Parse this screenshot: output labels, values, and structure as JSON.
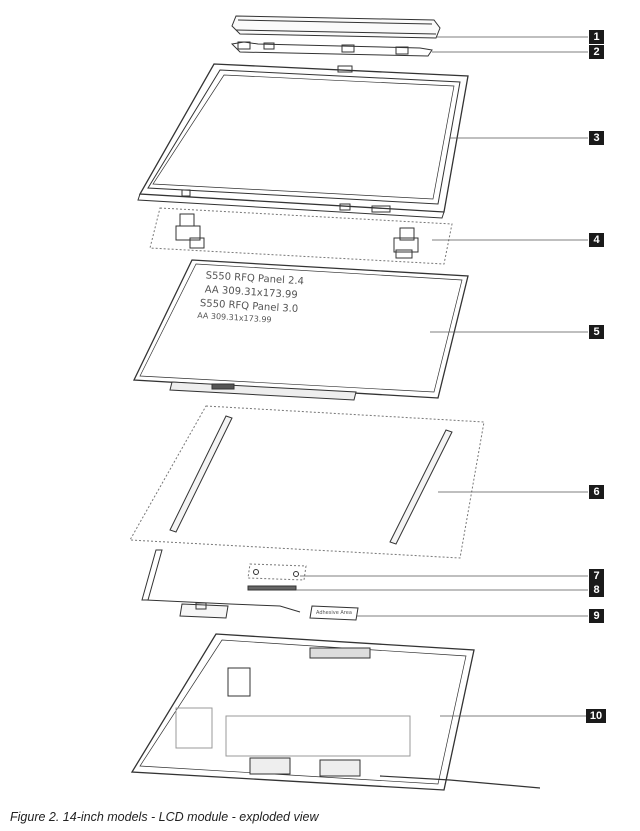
{
  "callouts": [
    "1",
    "2",
    "3",
    "4",
    "5",
    "6",
    "7",
    "8",
    "9",
    "10"
  ],
  "panel_label": {
    "line1": "S550 RFQ Panel 2.4",
    "line2": "AA 309.31x173.99",
    "line3": "S550 RFQ Panel 3.0",
    "line4": "AA 309.31x173.99"
  },
  "adhesive_label": "Adhesive Area",
  "caption": "Figure 2. 14-inch models - LCD module - exploded view"
}
